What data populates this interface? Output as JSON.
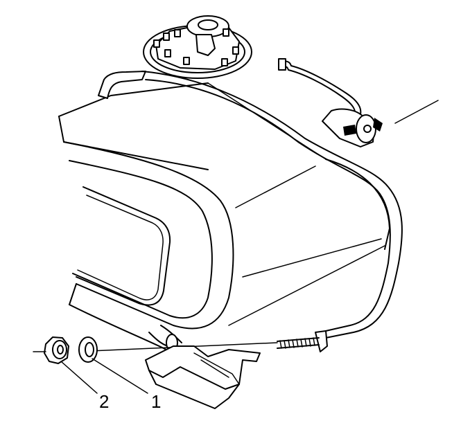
{
  "diagram": {
    "callouts": [
      {
        "id": 1,
        "label": "1",
        "part": "washer"
      },
      {
        "id": 2,
        "label": "2",
        "part": "nut"
      }
    ]
  }
}
